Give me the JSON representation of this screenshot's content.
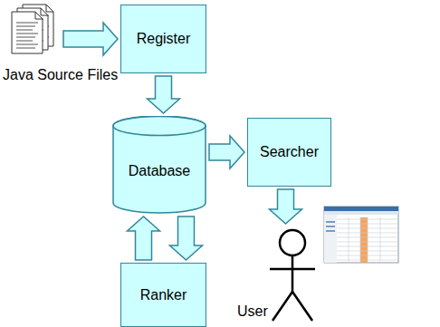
{
  "diagram": {
    "nodes": [
      {
        "text": [
          "Java Source Files"
        ]
      },
      {
        "text": [
          "Register"
        ]
      },
      {
        "text": [
          "Database"
        ]
      },
      {
        "text": [
          "Searcher"
        ]
      },
      {
        "text": [
          "Ranker"
        ]
      },
      {
        "text": [
          "User"
        ]
      }
    ],
    "edges": [
      {
        "from": 0,
        "to": 1,
        "arrow": "to"
      },
      {
        "from": 1,
        "to": 2,
        "arrow": "to"
      },
      {
        "from": 2,
        "to": 3,
        "arrow": "to"
      },
      {
        "from": 3,
        "to": 5,
        "arrow": "to"
      },
      {
        "from": 2,
        "to": 4,
        "arrow": "to"
      },
      {
        "from": 4,
        "to": 2,
        "arrow": "to"
      }
    ]
  }
}
